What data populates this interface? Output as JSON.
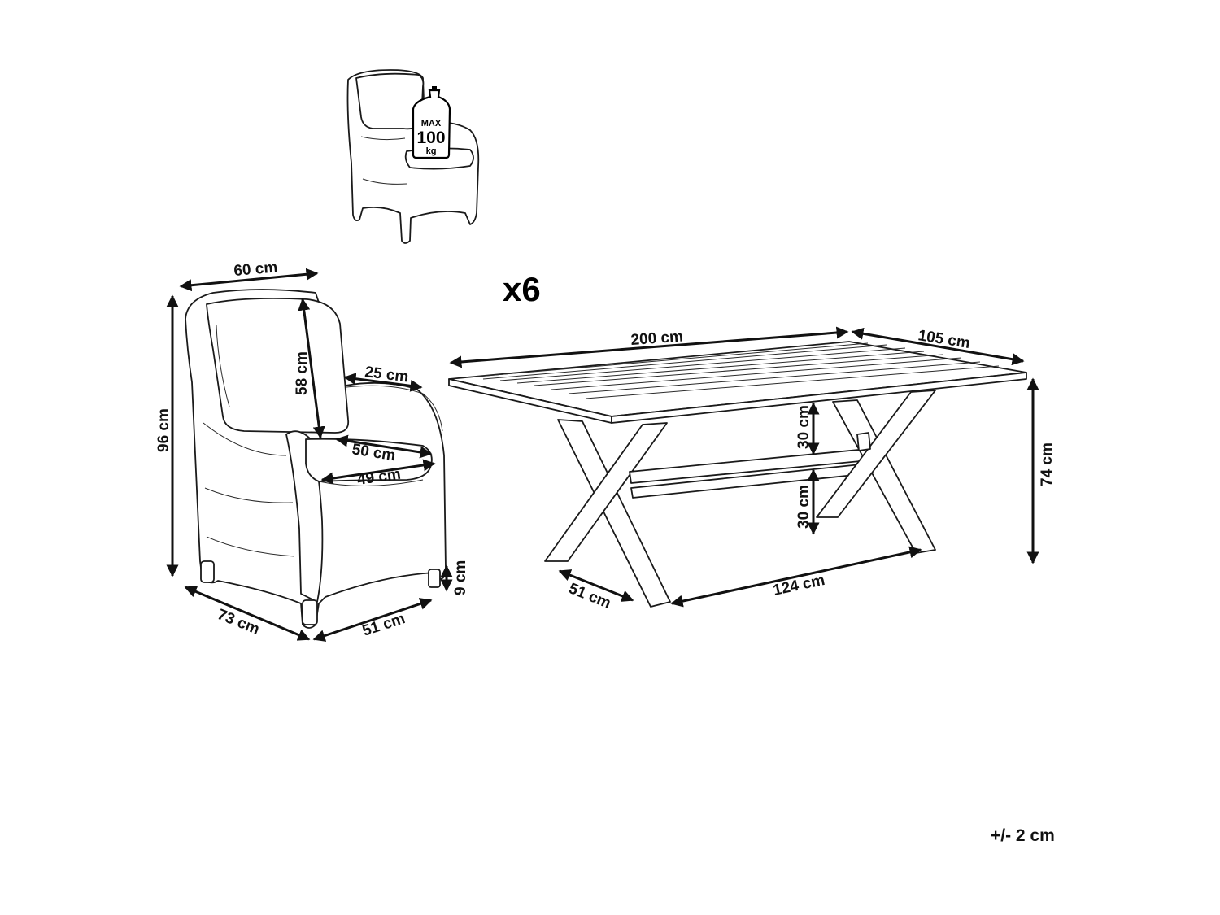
{
  "product": {
    "quantity_label": "x6",
    "tolerance": "+/- 2 cm",
    "max_load": {
      "line1": "MAX",
      "line2": "100",
      "line3": "kg"
    }
  },
  "chair_dims": {
    "width": "60 cm",
    "height": "96 cm",
    "backrest": "58 cm",
    "armrest": "25 cm",
    "seat_width": "50 cm",
    "seat_depth": "49 cm",
    "depth": "73 cm",
    "front": "51  cm",
    "leg": "9 cm"
  },
  "table_dims": {
    "length": "200 cm",
    "width": "105 cm",
    "height": "74 cm",
    "upper_gap": "30 cm",
    "lower_gap": "30 cm",
    "leg_width": "51 cm",
    "leg_span": "124 cm"
  },
  "colors": {
    "line": "#111111",
    "outline": "#1a1a1a",
    "background": "#ffffff"
  }
}
